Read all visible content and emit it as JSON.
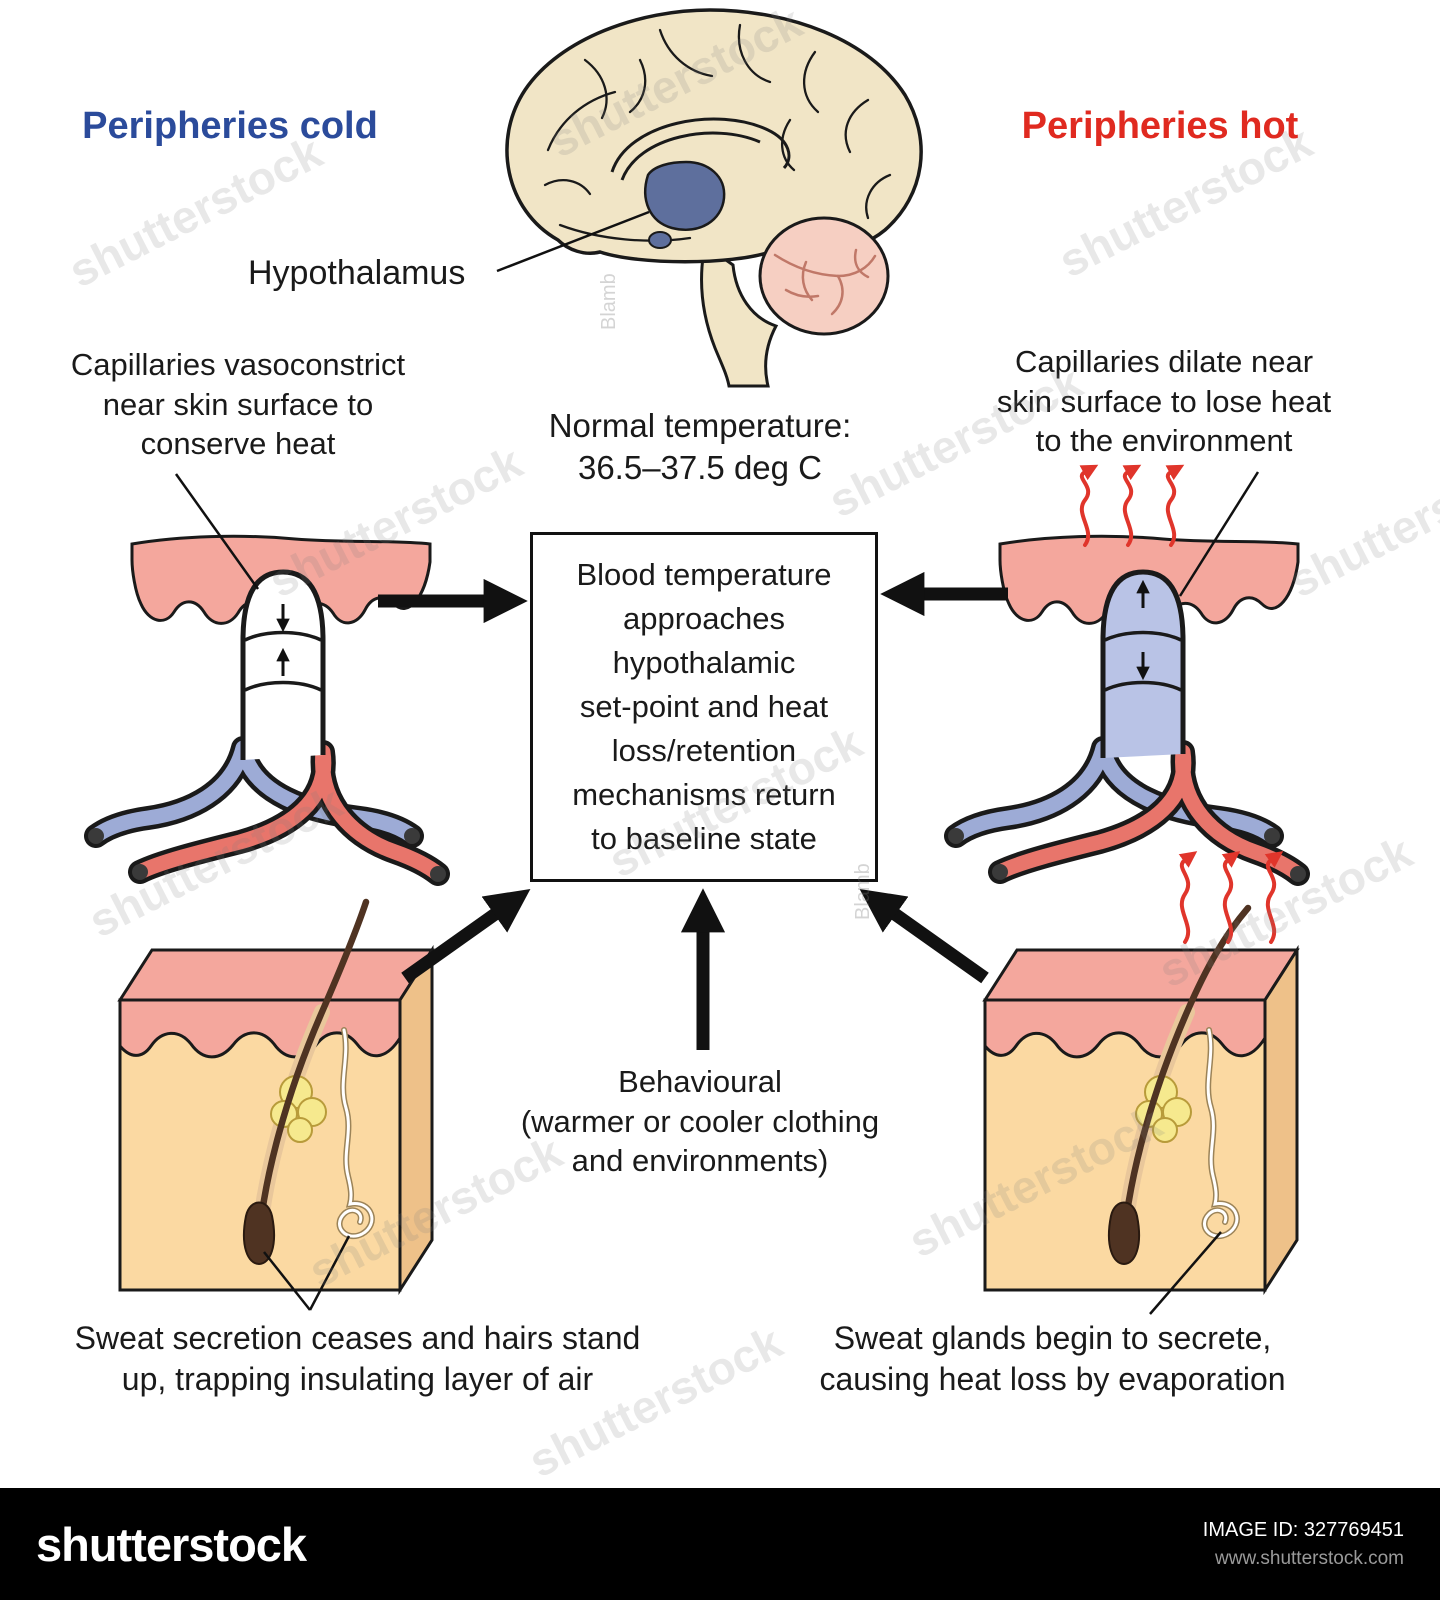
{
  "labels": {
    "peripheries_cold": "Peripheries cold",
    "peripheries_hot": "Peripheries hot",
    "hypothalamus": "Hypothalamus",
    "cold_capillary_note": "Capillaries vasoconstrict\nnear skin surface to\nconserve heat",
    "normal_temperature": "Normal temperature:\n36.5–37.5 deg C",
    "hot_capillary_note": "Capillaries dilate near\nskin surface to lose heat\nto the environment",
    "center_box": "Blood temperature\napproaches\nhypothalamic\nset-point and heat\nloss/retention\nmechanisms return\nto baseline state",
    "behavioural": "Behavioural\n(warmer or cooler clothing\nand environments)",
    "cold_sweat_note": "Sweat secretion ceases and hairs stand\nup, trapping insulating layer of air",
    "hot_sweat_note": "Sweat glands begin to secrete,\ncausing heat loss by evaporation"
  },
  "footer": {
    "logo": "shutterstock",
    "image_id": "IMAGE ID: 327769451",
    "website": "www.shutterstock.com"
  },
  "watermark": {
    "text": "shutterstock",
    "credit": "Blamb"
  },
  "colors": {
    "cold_blue": "#2b4b9b",
    "hot_red": "#e02a20",
    "outline": "#1a1a1a",
    "brain_cream": "#f1e5c6",
    "cerebellum_pink": "#f6cfc2",
    "cerebellum_lines": "#c07868",
    "hypothalamus_blue": "#5e6f9d",
    "skin_pink": "#f4a79d",
    "dermis_peach": "#fbd9a2",
    "side_peach": "#eec189",
    "vessel_red": "#e8756b",
    "vessel_blue": "#9dabd6",
    "loop_fill": "#b9c3e6",
    "gland_yellow": "#f6e98e",
    "hair_brown": "#4f3322",
    "heat_red": "#e0352b",
    "footer_bg": "#000000"
  }
}
